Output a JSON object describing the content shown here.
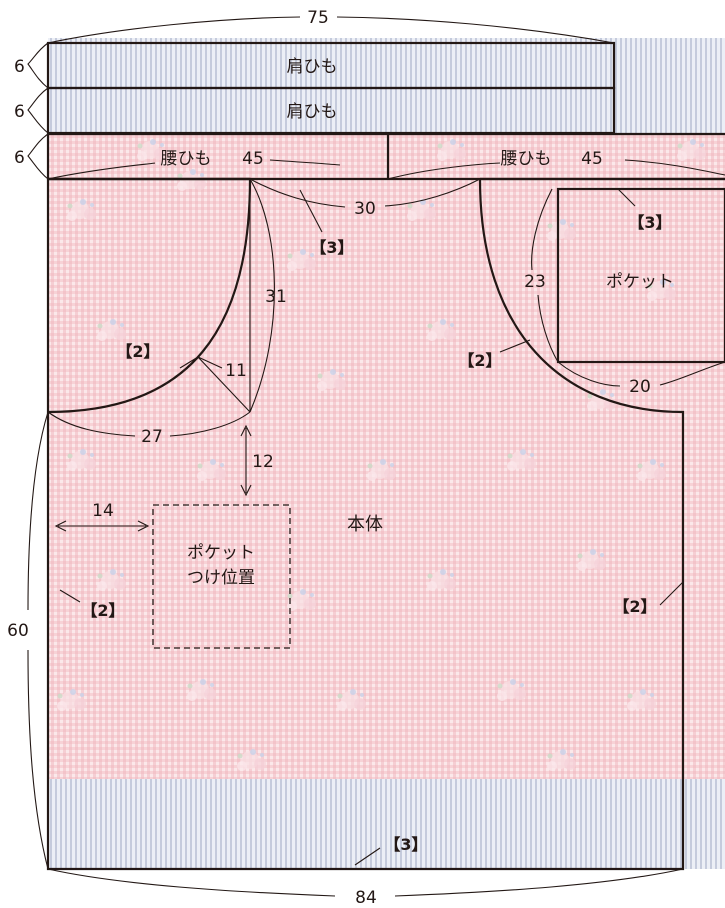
{
  "labels": {
    "top_width": "75",
    "strap_height_1": "6",
    "strap_height_2": "6",
    "waist_height": "6",
    "shoulder_strap_1": "肩ひも",
    "shoulder_strap_2": "肩ひも",
    "waist_tie_left": "腰ひも",
    "waist_tie_left_len": "45",
    "waist_tie_right": "腰ひも",
    "waist_tie_right_len": "45",
    "neck_width": "30",
    "mark_neck": "【3】",
    "armhole_depth": "31",
    "mark_armhole_left": "【2】",
    "armhole_diag": "11",
    "armhole_width": "27",
    "pocket_offset_v": "12",
    "pocket_offset_h": "14",
    "pocket_place_1": "ポケット",
    "pocket_place_2": "つけ位置",
    "body": "本体",
    "mark_side_left": "【2】",
    "mark_side_right": "【2】",
    "mark_armhole_right": "【2】",
    "pocket_mark": "【3】",
    "pocket_height": "23",
    "pocket": "ポケット",
    "pocket_width": "20",
    "body_length": "60",
    "mark_hem": "【3】",
    "bottom_width": "84"
  },
  "colors": {
    "pink_fabric": "#f3c3c9",
    "stripe_light": "#eceff6",
    "stripe_dark": "#c5cbdc",
    "outline": "#231815"
  }
}
